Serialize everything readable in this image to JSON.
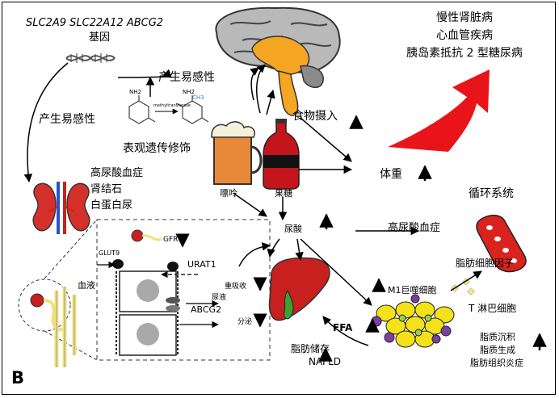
{
  "panel_label": "B",
  "genes": {
    "names": "SLC2A9 SLC22A12 ABCG2",
    "label": "基因"
  },
  "susceptibility_top": "产生易感性",
  "susceptibility_left": "产生易感性",
  "epigenetic": "表观遗传修饰",
  "methylation_arrow_label": "methyltransferase",
  "methyl_group": "CH3",
  "nh2_left": "NH2",
  "nh2_right": "NH2",
  "diseases": [
    "慢性肾脏病",
    "心血管疾病",
    "胰岛素抵抗 2 型糖尿病"
  ],
  "food_intake": "食物摄入",
  "beer": "嘌呤",
  "soda": "果糖",
  "body_weight": "体重",
  "circulation": "循环系统",
  "kidney_effects": [
    "高尿酸血症",
    "肾结石",
    "白蛋白尿"
  ],
  "uric_acid": "尿酸",
  "hyperuricemia": "高尿酸血症",
  "adipokines": "脂肪细胞因子",
  "m1_macrophages": "M1巨噬细胞",
  "t_cells": "T 淋巴细胞",
  "ffa": "FFA",
  "fat_storage": "脂肪储存",
  "nafld": "NAFLD",
  "adipose_effects": [
    "脂质沉积",
    "脂质生成",
    "脂肪组织炎症"
  ],
  "nephron": {
    "gfr": "GFR",
    "glut9": "GLUT9",
    "urat1": "URAT1",
    "reabsorption": "重吸收",
    "urine": "尿液",
    "abcg2": "ABCG2",
    "secretion": "分泌",
    "blood": "血液"
  },
  "colors": {
    "red_arrow": "#e8141a",
    "brain_gray": "#b9b9b9",
    "brain_orange": "#f5a623",
    "liver": "#c8201e",
    "adipocyte": "#f3e21a",
    "macrophage": "#7a3fa0",
    "vessel": "#d8231f",
    "kidney": "#d5312a",
    "beer": "#e8893a",
    "soda": "#c4151c"
  }
}
